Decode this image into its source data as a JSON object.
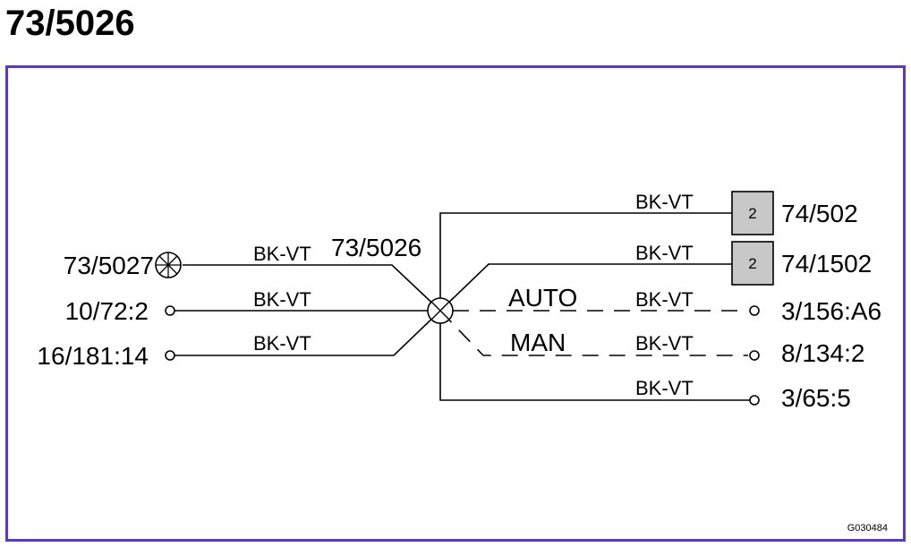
{
  "title": "73/5026",
  "frame_color": "#5a36d6",
  "drawing_ref": "G030484",
  "center_connector": {
    "label": "73/5026",
    "icon": "crossed-circle-icon"
  },
  "left_terminals": [
    {
      "label": "73/5027",
      "icon": "lamp-icon",
      "wire": "BK-VT"
    },
    {
      "label": "10/72:2",
      "icon": "terminal-circle-icon",
      "wire": "BK-VT"
    },
    {
      "label": "16/181:14",
      "icon": "terminal-circle-icon",
      "wire": "BK-VT"
    }
  ],
  "right_terminals": [
    {
      "label": "74/502",
      "icon": "box-connector-icon",
      "box_number": "2",
      "wire": "BK-VT",
      "note": ""
    },
    {
      "label": "74/1502",
      "icon": "box-connector-icon",
      "box_number": "2",
      "wire": "BK-VT",
      "note": ""
    },
    {
      "label": "3/156:A6",
      "icon": "terminal-circle-icon",
      "wire": "BK-VT",
      "note": "AUTO"
    },
    {
      "label": "8/134:2",
      "icon": "terminal-circle-icon",
      "wire": "BK-VT",
      "note": "MAN"
    },
    {
      "label": "3/65:5",
      "icon": "terminal-circle-icon",
      "wire": "BK-VT",
      "note": ""
    }
  ]
}
